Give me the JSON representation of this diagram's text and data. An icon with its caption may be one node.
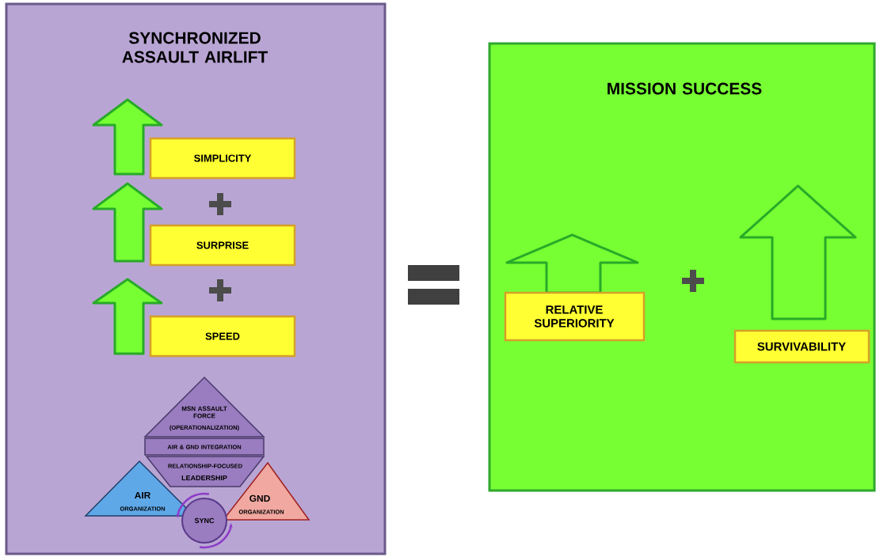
{
  "diagram": {
    "nodes": [
      {
        "text": [
          "SYNCHRONIZED ASSAULT AIRLIFT"
        ]
      },
      {
        "text": [
          "SIMPLICITY"
        ],
        "in": 0
      },
      {
        "text": [
          "SURPRISE"
        ],
        "in": 0
      },
      {
        "text": [
          "SPEED"
        ],
        "in": 0
      },
      {
        "text": [
          "MSN ASSAULT FORCE",
          "(OPERATIONALIZATION)"
        ],
        "in": 0
      },
      {
        "text": [
          "AIR & GND INTEGRATION"
        ],
        "in": 0
      },
      {
        "text": [
          "RELATIONSHIP-FOCUSED",
          "LEADERSHIP"
        ],
        "in": 0
      },
      {
        "text": [
          "AIR",
          "ORGANIZATION"
        ],
        "in": 0
      },
      {
        "text": [
          "GND",
          "ORGANIZATION"
        ],
        "in": 0
      },
      {
        "text": [
          "SYNC"
        ],
        "in": 0
      },
      {
        "text": [
          "MISSION SUCCESS"
        ]
      },
      {
        "text": [
          "RELATIVE SUPERIORITY"
        ],
        "in": 10
      },
      {
        "text": [
          "SURVIVABILITY"
        ],
        "in": 10
      }
    ]
  }
}
